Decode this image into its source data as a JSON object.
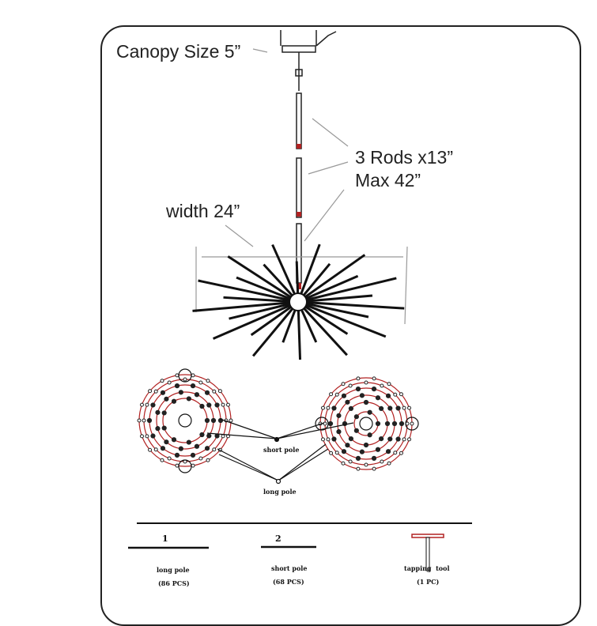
{
  "annotations": {
    "canopy": "Canopy Size 5”",
    "rods": "3 Rods x13”",
    "max": "Max 42”",
    "width": "width 24”"
  },
  "layout_labels": {
    "short_pole": "short pole",
    "long_pole": "long pole"
  },
  "parts": [
    {
      "number": "1",
      "name": "long pole",
      "qty": "(86 PCS)"
    },
    {
      "number": "2",
      "name": "short pole",
      "qty": "(68 PCS)"
    },
    {
      "name": "tapping  tool",
      "qty": "(1 PC)"
    }
  ],
  "colors": {
    "line": "#111111",
    "accent": "#b22222",
    "guide": "#999999"
  }
}
